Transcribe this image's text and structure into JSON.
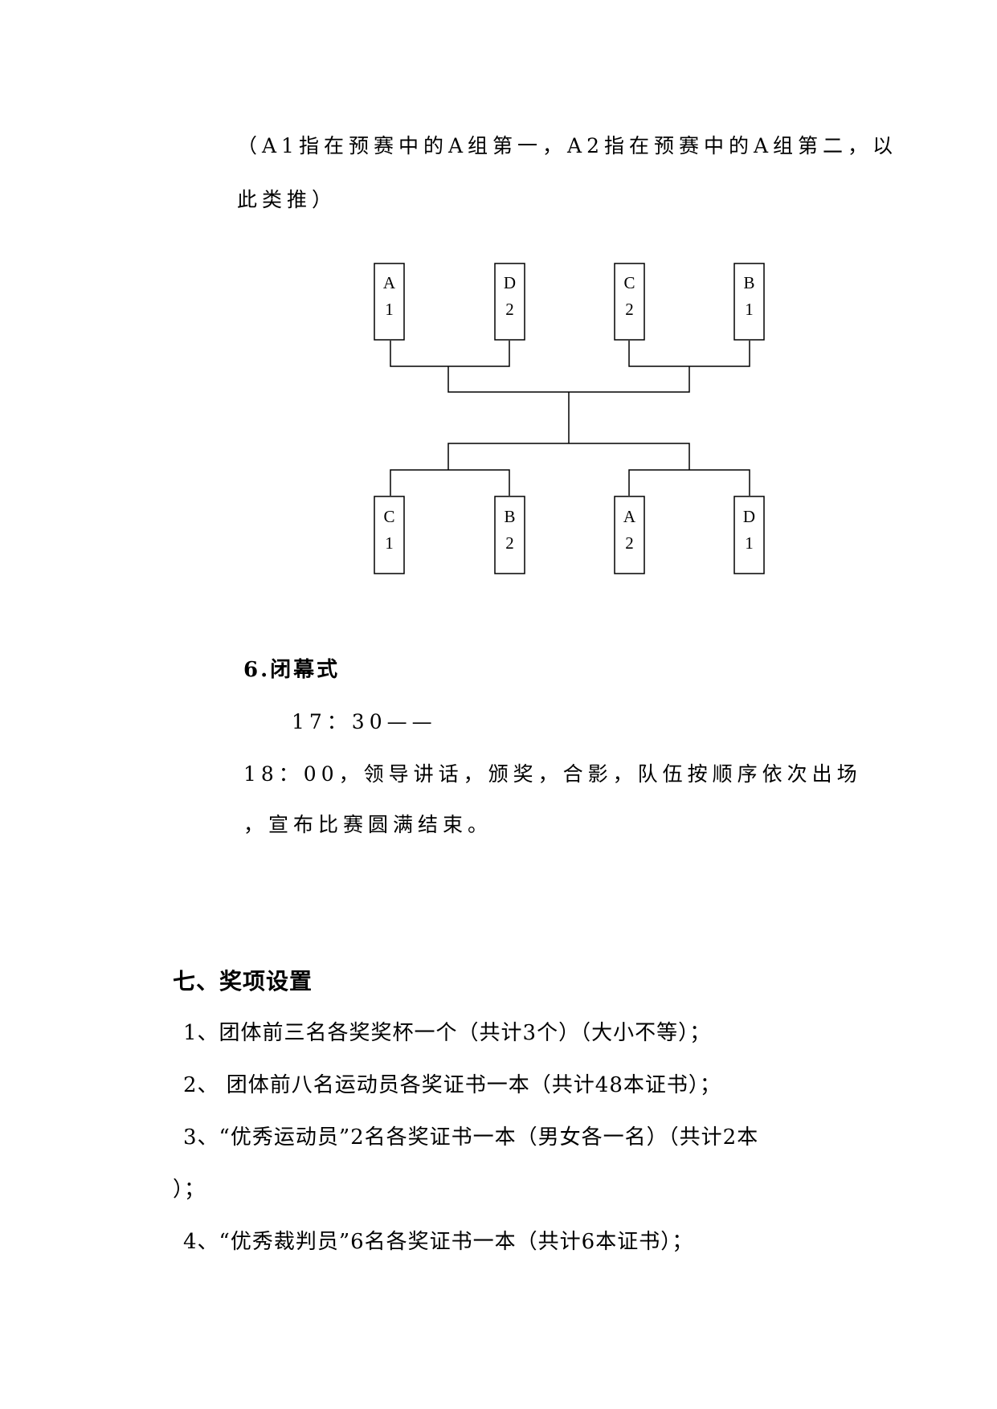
{
  "note": {
    "line1": "（A1指在预赛中的A组第一，A2指在预赛中的A组第二，以",
    "line2": "此类推）"
  },
  "bracket": {
    "top_boxes": [
      {
        "letter": "A",
        "number": "1"
      },
      {
        "letter": "D",
        "number": "2"
      },
      {
        "letter": "C",
        "number": "2"
      },
      {
        "letter": "B",
        "number": "1"
      }
    ],
    "bottom_boxes": [
      {
        "letter": "C",
        "number": "1"
      },
      {
        "letter": "B",
        "number": "2"
      },
      {
        "letter": "A",
        "number": "2"
      },
      {
        "letter": "D",
        "number": "1"
      }
    ]
  },
  "closing": {
    "heading": "6.闭幕式",
    "time": "17：30——",
    "line1": "18：00，领导讲话，颁奖，合影，队伍按顺序依次出场",
    "line2": "，宣布比赛圆满结束。"
  },
  "awards": {
    "heading": "七、奖项设置",
    "items": [
      "1、团体前三名各奖奖杯一个（共计3个）（大小不等）；",
      "2、 团体前八名运动员各奖证书一本（共计48本证书）；",
      "3、“优秀运动员”2名各奖证书一本（男女各一名）（共计2本",
      "）；",
      "4、“优秀裁判员”6名各奖证书一本（共计6本证书）；"
    ]
  }
}
